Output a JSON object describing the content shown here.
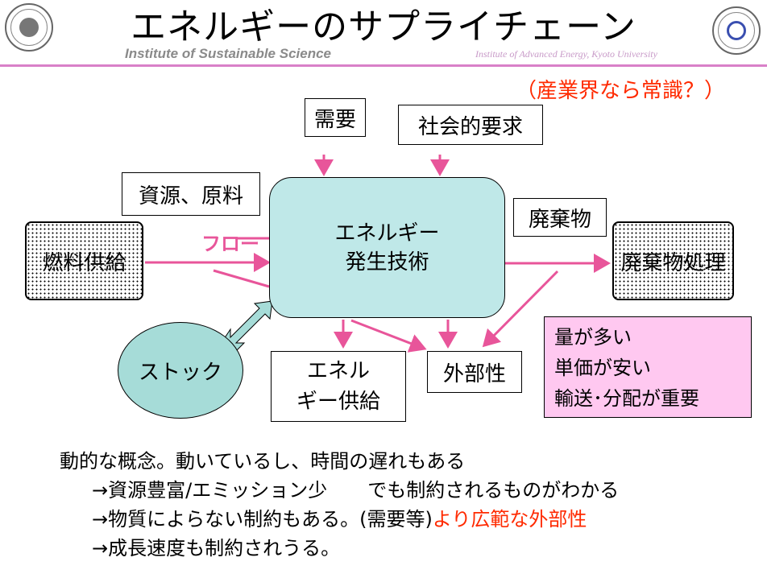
{
  "header": {
    "title": "エネルギーのサプライチェーン",
    "institute": "Institute of Sustainable Science",
    "institute2": "Institute of Advanced Energy, Kyoto University"
  },
  "note": "（産業界なら常識？）",
  "diagram": {
    "demand": "需要",
    "social": "社会的要求",
    "resources": "資源、原料",
    "fuel_supply": "燃料供給",
    "flow": "フロー",
    "central_line1": "エネルギー",
    "central_line2": "発生技術",
    "waste": "廃棄物",
    "waste_processing": "廃棄物処理",
    "stock": "ストック",
    "energy_supply_line1": "エネル",
    "energy_supply_line2": "ギー供給",
    "externality": "外部性",
    "info_lines": [
      "量が多い",
      "単価が安い",
      "輸送･分配が重要"
    ]
  },
  "bottom": {
    "line1": "動的な概念。動いているし、時間の遅れもある",
    "line2a": "→資源豊富/エミッション少",
    "line2b": "でも制約されるものがわかる",
    "line3a": "→物質によらない制約もある。(需要等)",
    "line3b": "より広範な外部性",
    "line4": "→成長速度も制約されうる。"
  },
  "colors": {
    "accent_pink": "#e8559a",
    "red_text": "#ff2a00",
    "central_fill": "#bfe8e8",
    "stock_fill": "#a6dcd8",
    "info_fill": "#ffc8f0"
  }
}
